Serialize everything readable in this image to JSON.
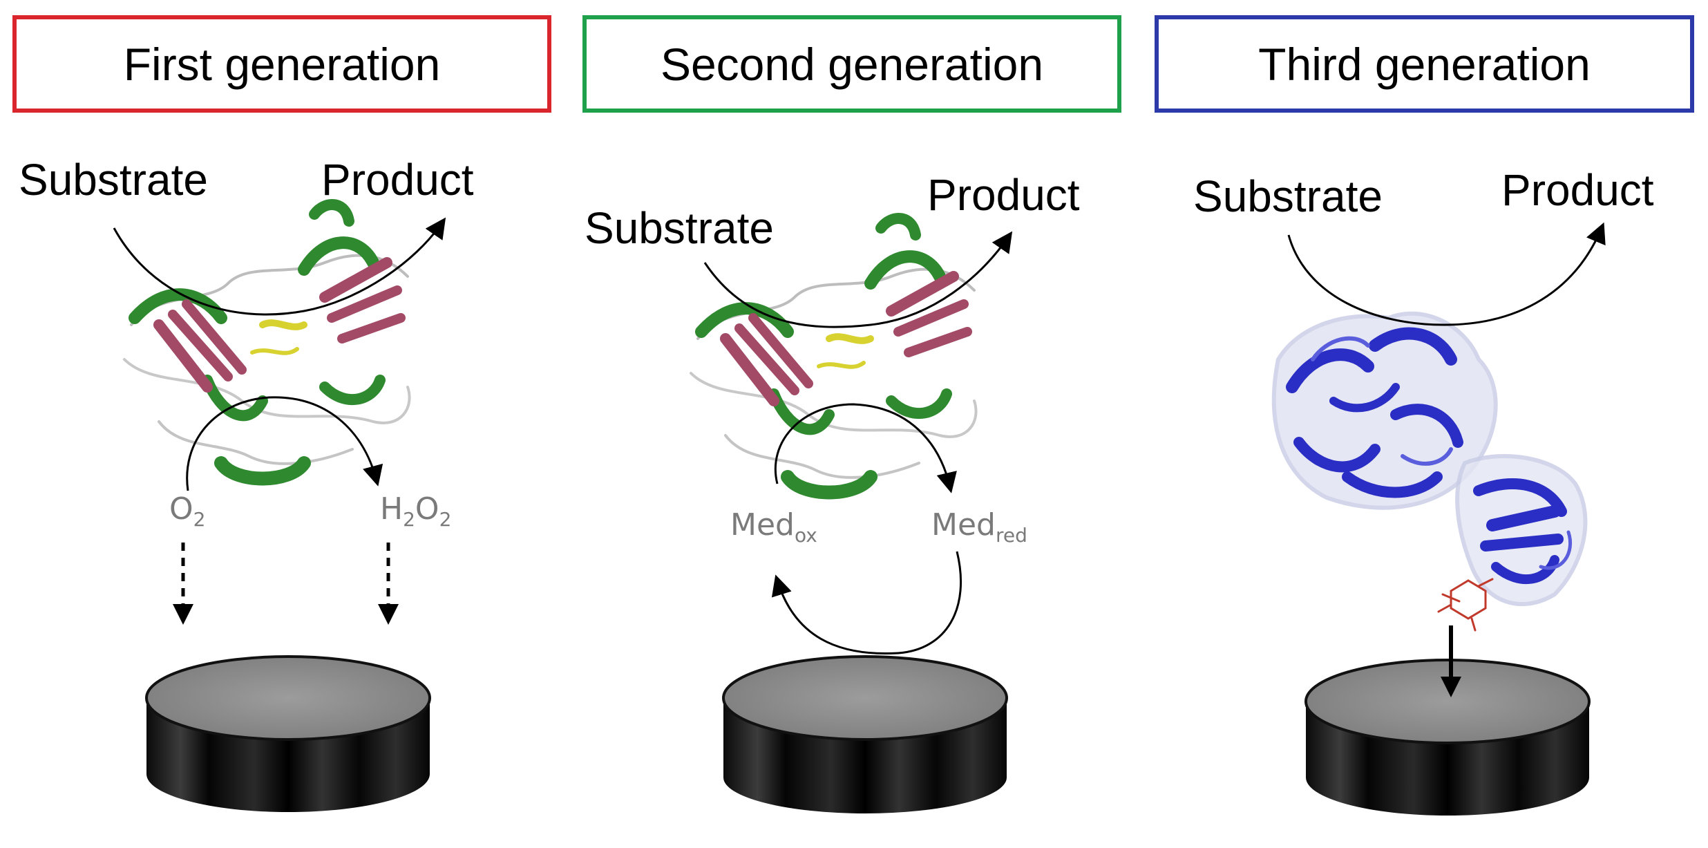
{
  "panels": [
    {
      "title": "First generation",
      "border_color": "#d9262c",
      "substrate_label": "Substrate",
      "product_label": "Product",
      "left_species": {
        "main": "O",
        "sub": "2",
        "tail": "",
        "tail_sub": ""
      },
      "right_species": {
        "main": "H",
        "sub": "2",
        "tail": "O",
        "tail_sub": "2"
      },
      "protein_color": "#2f8a2f",
      "sheet_color": "#a34a66"
    },
    {
      "title": "Second generation",
      "border_color": "#1fa04a",
      "substrate_label": "Substrate",
      "product_label": "Product",
      "left_species": {
        "main": "Med",
        "sub": "ox"
      },
      "right_species": {
        "main": "Med",
        "sub": "red"
      },
      "protein_color": "#2f8a2f",
      "sheet_color": "#a34a66"
    },
    {
      "title": "Third generation",
      "border_color": "#2b3aa8",
      "substrate_label": "Substrate",
      "product_label": "Product",
      "protein_color": "#2a2ec4",
      "cofactor_color": "#c0392b"
    }
  ]
}
